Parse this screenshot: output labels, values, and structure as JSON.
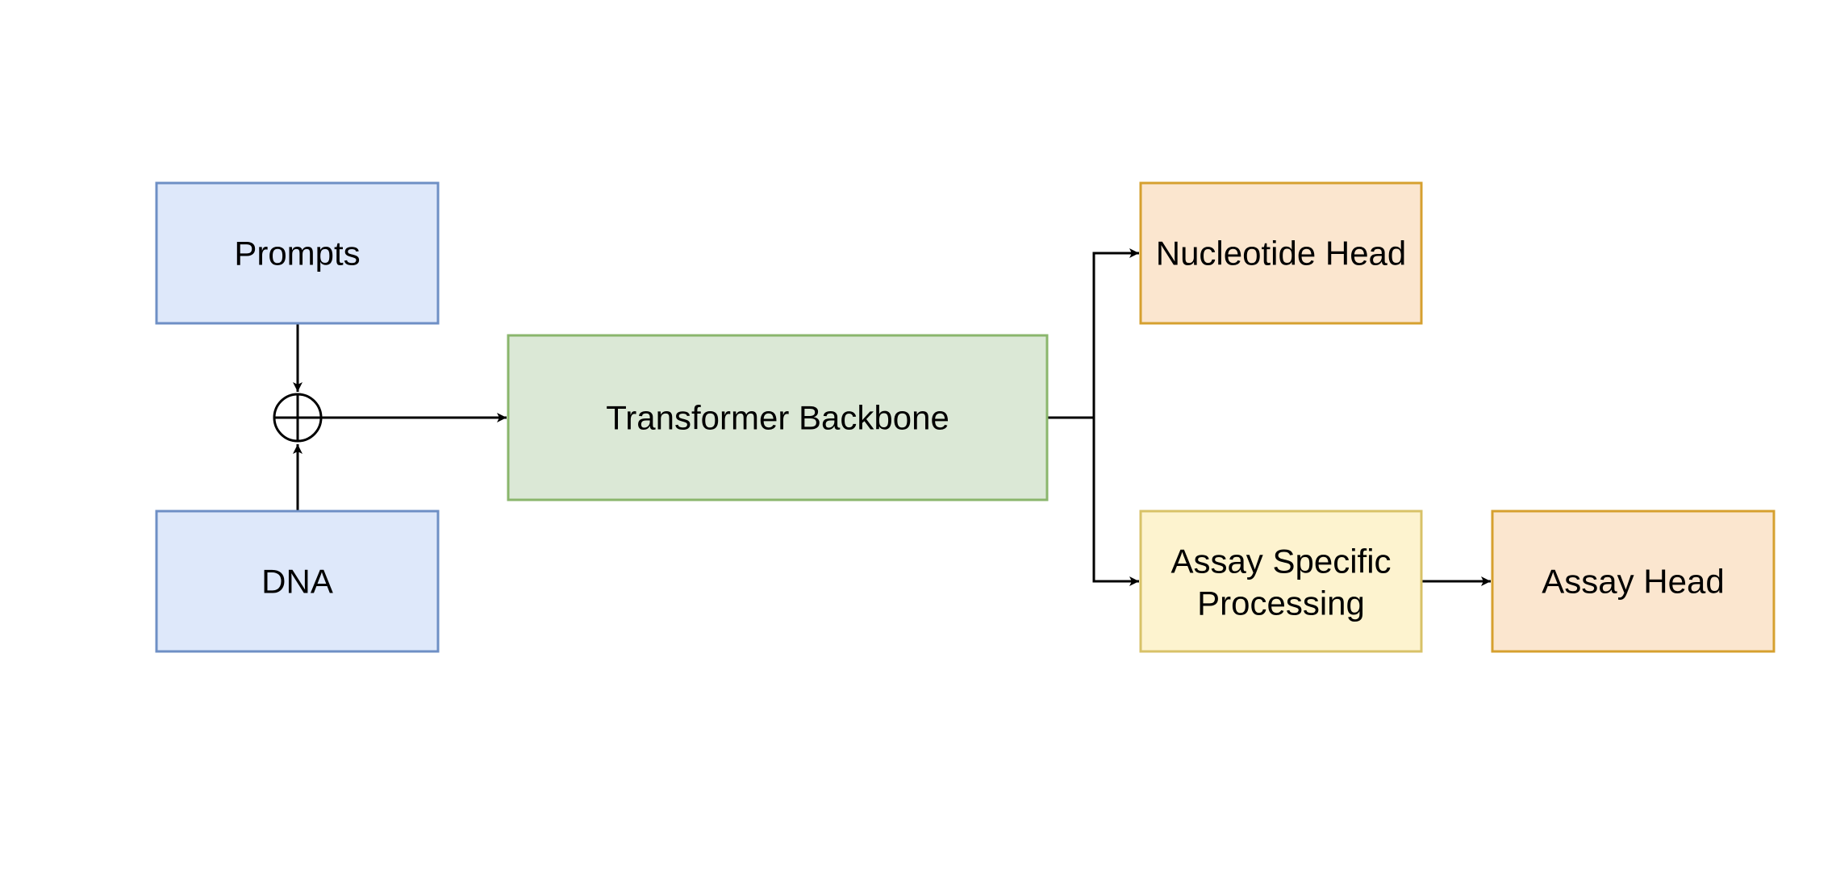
{
  "nodes": {
    "prompts": {
      "label": "Prompts",
      "fill": "#dee8fa",
      "stroke": "#6e8fc5"
    },
    "dna": {
      "label": "DNA",
      "fill": "#dee8fa",
      "stroke": "#6e8fc5"
    },
    "transformer": {
      "label": "Transformer Backbone",
      "fill": "#dbe8d6",
      "stroke": "#8ab66c"
    },
    "nucleotide_head": {
      "label": "Nucleotide Head",
      "fill": "#fbe6cf",
      "stroke": "#d6a02f"
    },
    "assay_processing": {
      "label_line1": "Assay Specific",
      "label_line2": "Processing",
      "fill": "#fdf3cf",
      "stroke": "#d8c268"
    },
    "assay_head": {
      "label": "Assay Head",
      "fill": "#fbe6cf",
      "stroke": "#d6a02f"
    }
  },
  "combiner": {
    "symbol": "circled-plus-icon"
  },
  "edges": [
    {
      "from": "prompts",
      "to": "combiner"
    },
    {
      "from": "dna",
      "to": "combiner"
    },
    {
      "from": "combiner",
      "to": "transformer"
    },
    {
      "from": "transformer",
      "to": "nucleotide_head"
    },
    {
      "from": "transformer",
      "to": "assay_processing"
    },
    {
      "from": "assay_processing",
      "to": "assay_head"
    }
  ],
  "colors": {
    "line": "#000000"
  }
}
